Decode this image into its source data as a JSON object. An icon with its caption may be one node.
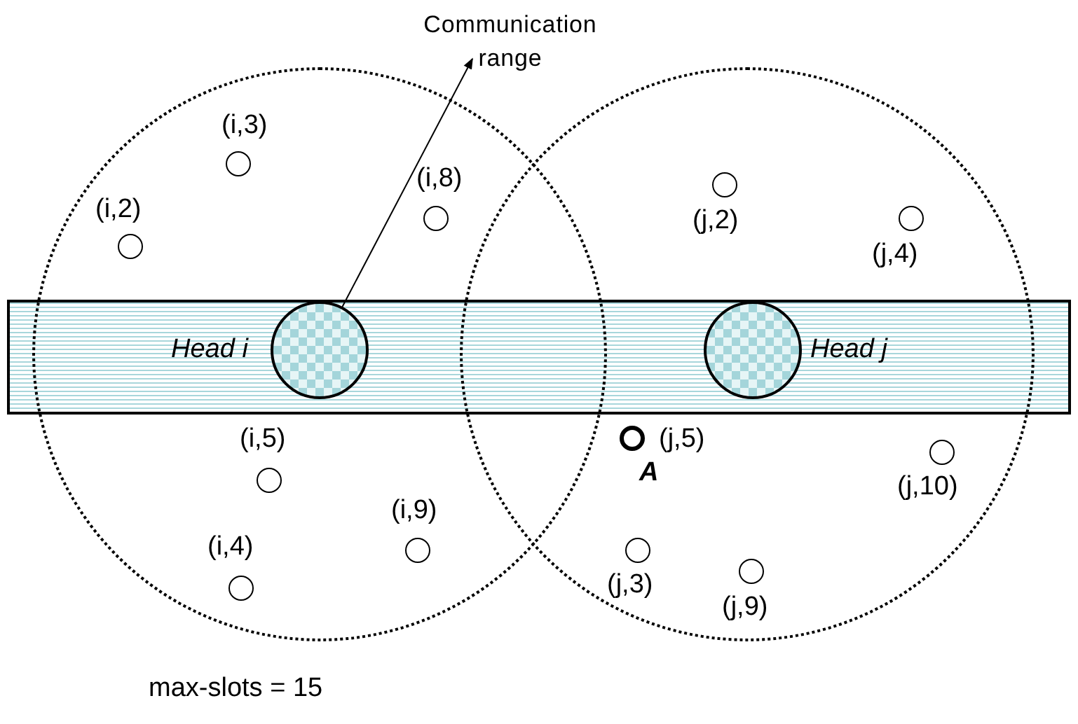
{
  "diagram": {
    "nodes": [
      {
        "text": [
          "Communication range"
        ]
      },
      {
        "text": [],
        "shape": "circle"
      },
      {
        "text": [],
        "shape": "circle"
      },
      {
        "text": [],
        "shape": "bar"
      },
      {
        "text": [],
        "shape": "circle"
      },
      {
        "text": [],
        "shape": "circle",
        "beside": [
          "Head j"
        ]
      },
      {
        "text": [],
        "shape": "circle",
        "beside": [
          "(i,3)"
        ],
        "in": 1
      },
      {
        "text": [],
        "shape": "circle",
        "beside": [
          "(i,2)"
        ],
        "in": 1
      },
      {
        "text": [],
        "shape": "circle",
        "beside": [
          "(i,8)"
        ],
        "in": 1
      },
      {
        "text": [],
        "shape": "circle",
        "beside": [
          "(j,2)"
        ],
        "in": 2
      },
      {
        "text": [],
        "shape": "circle",
        "beside": [
          "(j,4)"
        ],
        "in": 2
      },
      {
        "text": [],
        "shape": "circle",
        "beside": [
          "(i,5)"
        ],
        "in": 1
      },
      {
        "text": [],
        "shape": "circle",
        "beside": [
          "(j,5)",
          "A"
        ],
        "in": 2
      },
      {
        "text": [],
        "shape": "circle",
        "beside": [
          "(j,10)"
        ],
        "in": 2
      },
      {
        "text": [],
        "shape": "circle",
        "beside": [
          "(i,9)"
        ],
        "in": 1
      },
      {
        "text": [],
        "shape": "circle",
        "beside": [
          "(i,4)"
        ],
        "in": 1
      },
      {
        "text": [],
        "shape": "circle",
        "beside": [
          "(j,3)"
        ],
        "in": 2
      },
      {
        "text": [],
        "shape": "circle",
        "beside": [
          "(j,9)"
        ],
        "in": 2
      }
    ],
    "edges": [
      {
        "from": 4,
        "to": 0,
        "arrow": "to"
      }
    ],
    "labels": [
      "Head i",
      "max-slots = 15"
    ]
  }
}
